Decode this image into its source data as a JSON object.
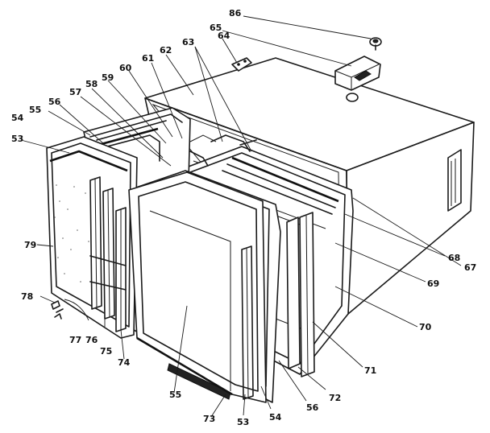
{
  "callouts": [
    {
      "id": "c86a",
      "text": "86"
    },
    {
      "id": "c65",
      "text": "65"
    },
    {
      "id": "c64",
      "text": "64"
    },
    {
      "id": "c63",
      "text": "63"
    },
    {
      "id": "c62",
      "text": "62"
    },
    {
      "id": "c61",
      "text": "61"
    },
    {
      "id": "c60",
      "text": "60"
    },
    {
      "id": "c59",
      "text": "59"
    },
    {
      "id": "c58",
      "text": "58"
    },
    {
      "id": "c57",
      "text": "57"
    },
    {
      "id": "c56a",
      "text": "56"
    },
    {
      "id": "c55a",
      "text": "55"
    },
    {
      "id": "c54a",
      "text": "54"
    },
    {
      "id": "c53a",
      "text": "53"
    },
    {
      "id": "c79",
      "text": "79"
    },
    {
      "id": "c78",
      "text": "78"
    },
    {
      "id": "c77",
      "text": "77"
    },
    {
      "id": "c76",
      "text": "76"
    },
    {
      "id": "c75",
      "text": "75"
    },
    {
      "id": "c74",
      "text": "74"
    },
    {
      "id": "c55b",
      "text": "55"
    },
    {
      "id": "c73",
      "text": "73"
    },
    {
      "id": "c53b",
      "text": "53"
    },
    {
      "id": "c54b",
      "text": "54"
    },
    {
      "id": "c56b",
      "text": "56"
    },
    {
      "id": "c72",
      "text": "72"
    },
    {
      "id": "c71",
      "text": "71"
    },
    {
      "id": "c70",
      "text": "70"
    },
    {
      "id": "c69",
      "text": "69"
    },
    {
      "id": "c68",
      "text": "68"
    },
    {
      "id": "c67",
      "text": "67"
    }
  ]
}
